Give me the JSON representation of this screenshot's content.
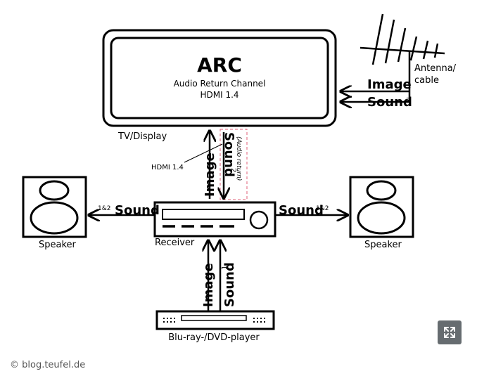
{
  "diagram": {
    "tv_title": "ARC",
    "tv_subtitle_1": "Audio Return Channel",
    "tv_subtitle_2": "HDMI 1.4",
    "tv_label": "TV/Display",
    "antenna_label_1": "Antenna/",
    "antenna_label_2": "cable",
    "image_label": "Image",
    "sound_label": "Sound",
    "sup_1": "1",
    "sup_2": "2",
    "sup_1_2": "1&2",
    "audio_return_label": "(Audio return)",
    "hdmi_label": "HDMI 1.4",
    "receiver_label": "Receiver",
    "speaker_label": "Speaker",
    "player_label": "Blu-ray-/DVD-player",
    "credit": "© blog.teufel.de"
  },
  "controls": {
    "fullscreen_icon": "expand-icon"
  }
}
